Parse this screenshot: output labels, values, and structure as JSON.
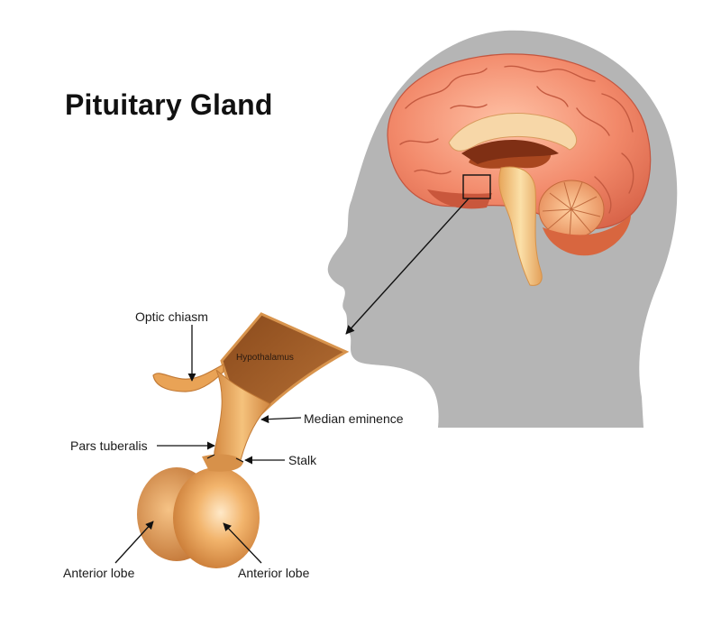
{
  "title": "Pituitary Gland",
  "labels": {
    "optic_chiasm": "Optic chiasm",
    "hypothalamus": "Hypothalamus",
    "median_eminence": "Median eminence",
    "pars_tuberalis": "Pars tuberalis",
    "stalk": "Stalk",
    "anterior_lobe_left": "Anterior lobe",
    "anterior_lobe_right": "Anterior lobe"
  },
  "colors": {
    "head_silhouette": "#b3b3b3",
    "brain": "#f28a6a",
    "gland": "#e6a05a",
    "hypothalamus": "#a8652e",
    "arrow": "#111111"
  }
}
